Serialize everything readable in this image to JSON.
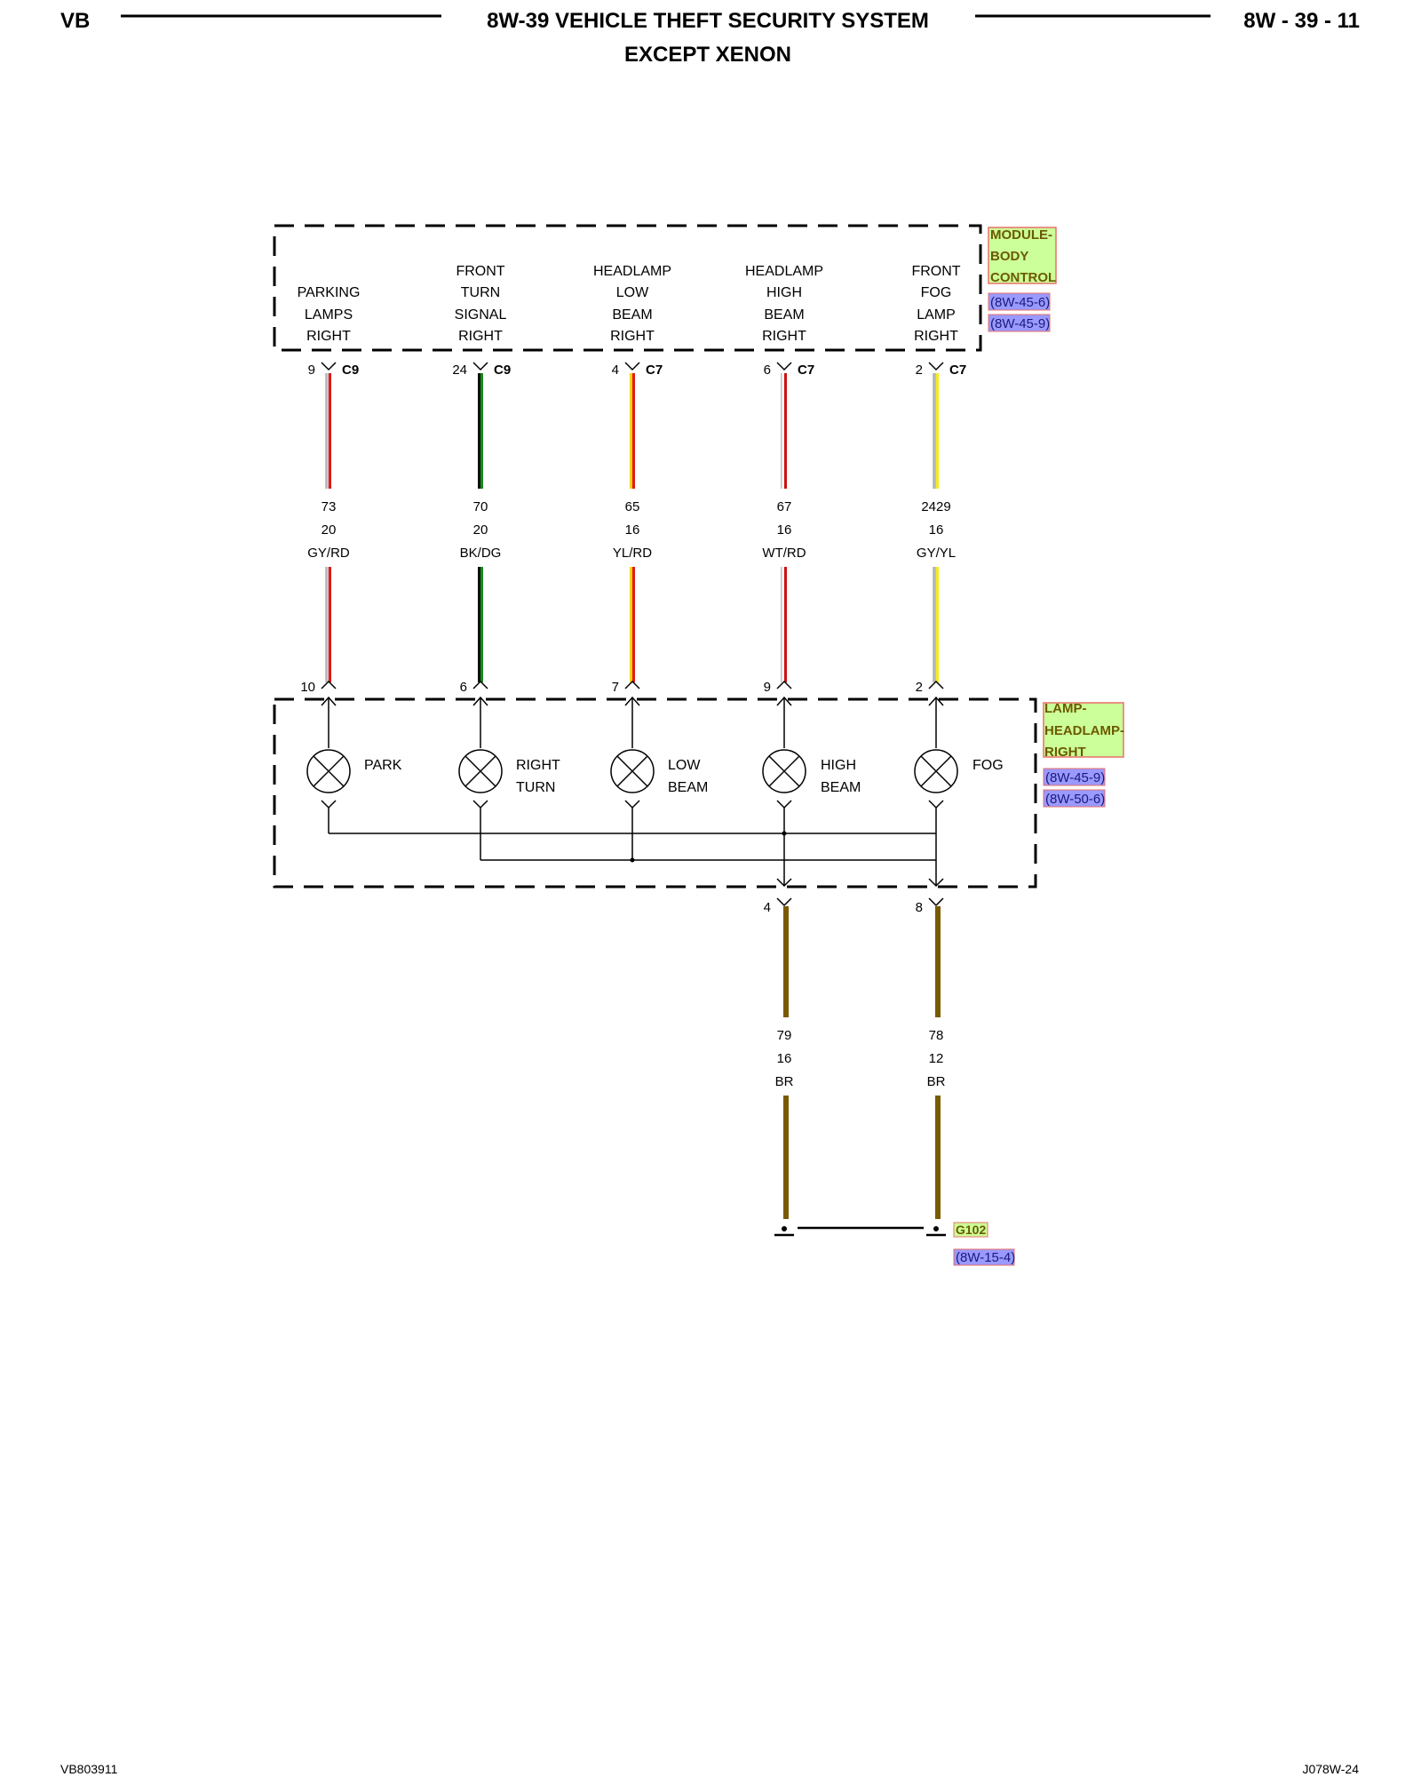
{
  "header": {
    "left": "VB",
    "title": "8W-39 VEHICLE THEFT SECURITY SYSTEM",
    "subtitle": "EXCEPT XENON",
    "page": "8W - 39 - 11"
  },
  "footer": {
    "left": "VB803911",
    "right": "J078W-24"
  },
  "colors": {
    "GY/RD": [
      "#c8c8c8",
      "#e21a1a"
    ],
    "BK/DG": [
      "#111111",
      "#178a17"
    ],
    "YL/RD": [
      "#f2d200",
      "#e21a1a"
    ],
    "WT/RD": [
      "#ffffff",
      "#cc1111"
    ],
    "GY/YL": [
      "#bdbdbd",
      "#f2ee20"
    ],
    "BR": [
      "#7a5a00",
      "#7a5a00"
    ],
    "module_fill": "#ccff99",
    "module_border": "#e8706a",
    "ref_fill": "#9999ff",
    "ref_border": "#e8706a"
  },
  "module_body_control": {
    "name_lines": [
      "MODULE-",
      "BODY",
      "CONTROL"
    ],
    "refs": [
      "(8W-45-6)",
      "(8W-45-9)"
    ],
    "outputs": [
      {
        "label": [
          "PARKING",
          "LAMPS",
          "RIGHT"
        ],
        "pin": "9",
        "connector": "C9"
      },
      {
        "label": [
          "FRONT",
          "TURN",
          "SIGNAL",
          "RIGHT"
        ],
        "pin": "24",
        "connector": "C9"
      },
      {
        "label": [
          "HEADLAMP",
          "LOW",
          "BEAM",
          "RIGHT"
        ],
        "pin": "4",
        "connector": "C7"
      },
      {
        "label": [
          "HEADLAMP",
          "HIGH",
          "BEAM",
          "RIGHT"
        ],
        "pin": "6",
        "connector": "C7"
      },
      {
        "label": [
          "FRONT",
          "FOG",
          "LAMP",
          "RIGHT"
        ],
        "pin": "2",
        "connector": "C7"
      }
    ]
  },
  "wires": [
    {
      "circuit": "73",
      "gauge": "20",
      "color": "GY/RD"
    },
    {
      "circuit": "70",
      "gauge": "20",
      "color": "BK/DG"
    },
    {
      "circuit": "65",
      "gauge": "16",
      "color": "YL/RD"
    },
    {
      "circuit": "67",
      "gauge": "16",
      "color": "WT/RD"
    },
    {
      "circuit": "2429",
      "gauge": "16",
      "color": "GY/YL"
    }
  ],
  "lamp_headlamp_right": {
    "name_lines": [
      "LAMP-",
      "HEADLAMP-",
      "RIGHT"
    ],
    "refs": [
      "(8W-45-9)",
      "(8W-50-6)"
    ],
    "inputs": [
      {
        "pin": "10",
        "label": [
          "PARK"
        ]
      },
      {
        "pin": "6",
        "label": [
          "RIGHT",
          "TURN"
        ]
      },
      {
        "pin": "7",
        "label": [
          "LOW",
          "BEAM"
        ]
      },
      {
        "pin": "9",
        "label": [
          "HIGH",
          "BEAM"
        ]
      },
      {
        "pin": "2",
        "label": [
          "FOG"
        ]
      }
    ],
    "ground_pins": [
      "4",
      "8"
    ]
  },
  "ground_wires": [
    {
      "circuit": "79",
      "gauge": "16",
      "color": "BR"
    },
    {
      "circuit": "78",
      "gauge": "12",
      "color": "BR"
    }
  ],
  "ground": {
    "name": "G102",
    "ref": "(8W-15-4)"
  }
}
